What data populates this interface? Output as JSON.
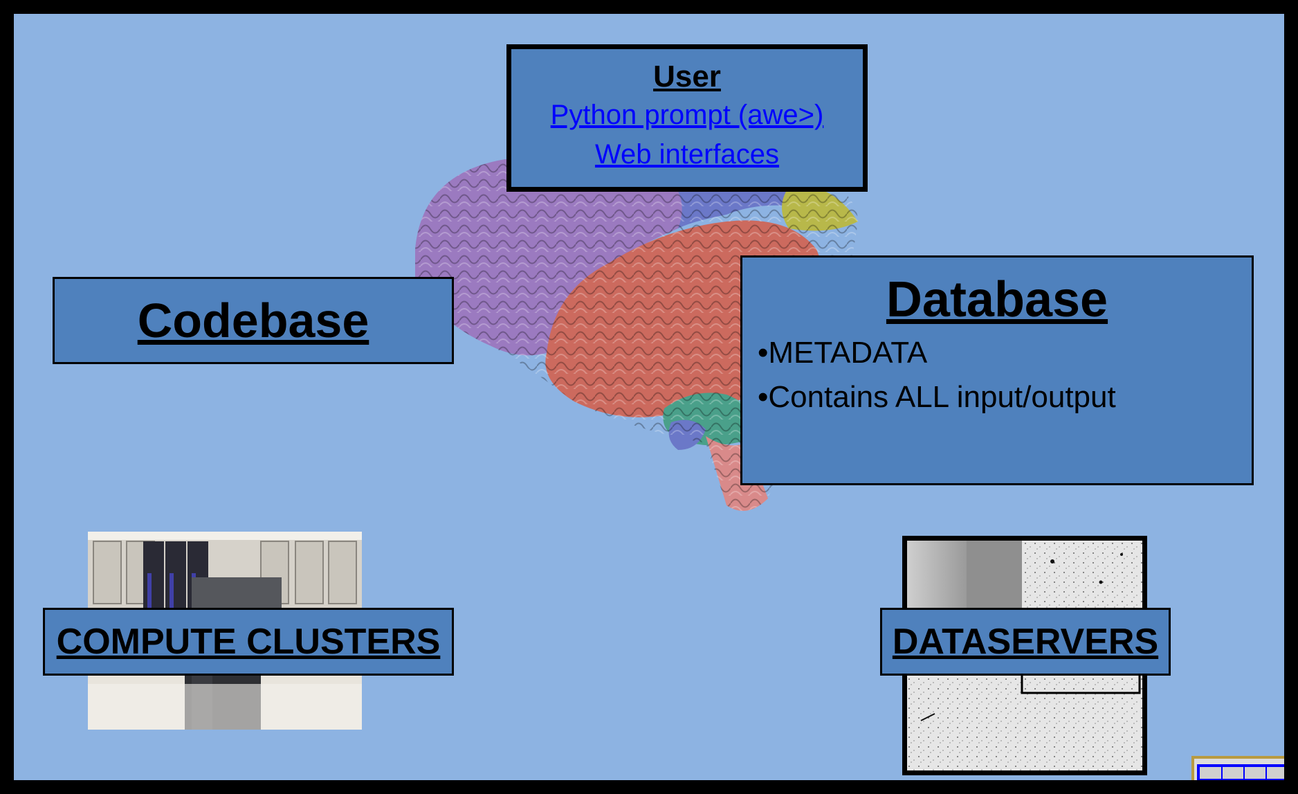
{
  "user_box": {
    "title": "User",
    "links": [
      "Python prompt (awe>)",
      "Web interfaces"
    ]
  },
  "codebase_box": {
    "title": "Codebase"
  },
  "database_box": {
    "title": "Database",
    "bullets": [
      "METADATA",
      "Contains ALL input/output"
    ],
    "bullet_glyph": "•"
  },
  "compute_box": {
    "title": "COMPUTE CLUSTERS"
  },
  "dataservers_box": {
    "title": "DATASERVERS"
  },
  "colors": {
    "background": "#8db3e2",
    "box_fill": "#4f81bd",
    "link": "#0000ff",
    "brain_frontal": "#9b7ac0",
    "brain_parietal": "#6b78c8",
    "brain_occipital": "#b8b84a",
    "brain_temporal": "#cc6a5e"
  },
  "icons": [
    "brain-illustration",
    "server-room-photo",
    "astronomical-image-mosaic"
  ]
}
